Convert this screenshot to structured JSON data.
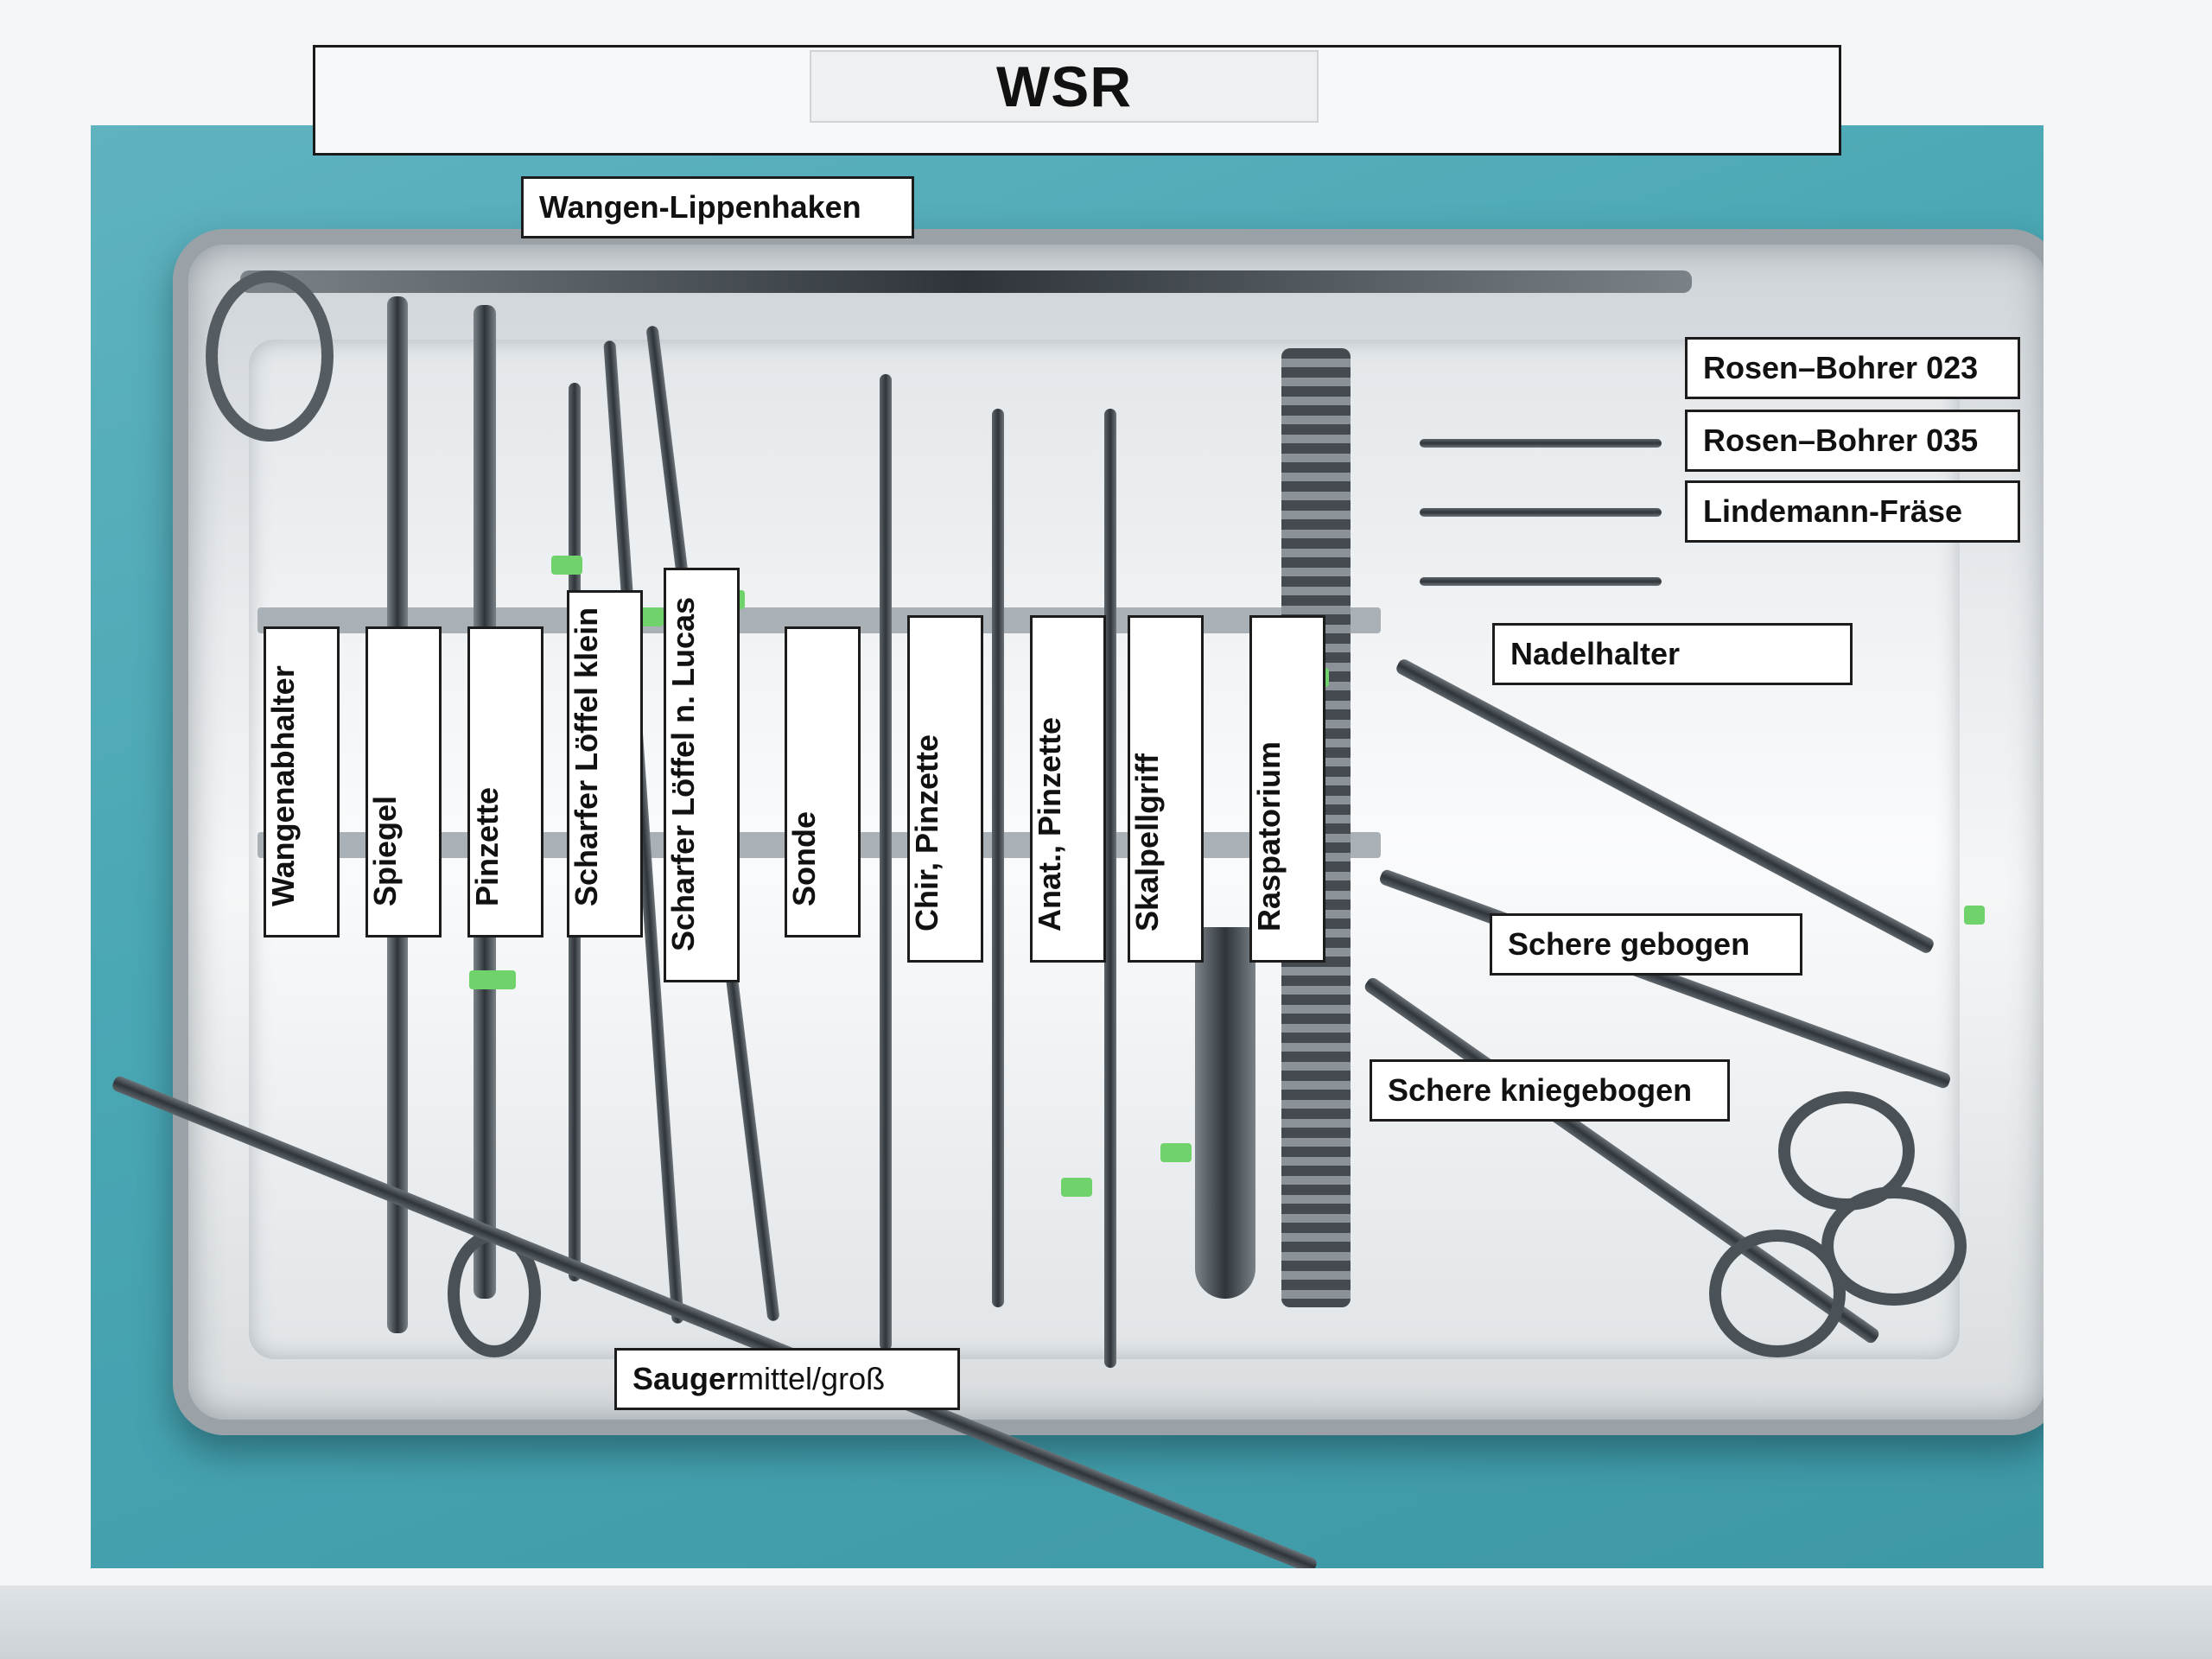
{
  "title": "WSR",
  "labels": {
    "wangen_lippenhaken": "Wangen-Lippenhaken",
    "rosen_bohrer_023": "Rosen–Bohrer 023",
    "rosen_bohrer_035": "Rosen–Bohrer 035",
    "lindemann_fraese": "Lindemann-Fräse",
    "nadelhalter": "Nadelhalter",
    "schere_gebogen": "Schere gebogen",
    "schere_kniegebogen": "Schere kniegebogen",
    "sauger_bold": "Sauger",
    "sauger_rest": " mittel/groß"
  },
  "vertical_labels": {
    "wangenabhalter": "Wangenabhalter",
    "spiegel": "Spiegel",
    "pinzette": "Pinzette",
    "scharfer_loeffel_klein": "Scharfer Löffel klein",
    "scharfer_loeffel_lucas": "Scharfer Löffel n. Lucas",
    "sonde": "Sonde",
    "chir_pinzette": "Chir, Pinzette",
    "anat_pinzette": "Anat., Pinzette",
    "skalpellgriff": "Skalpellgriff",
    "raspatorium": "Raspatorium"
  },
  "colors": {
    "drape": "#4aa7b4",
    "marker_band": "#6fd26a",
    "label_bg": "#ffffff",
    "label_border": "#1c1c1c"
  }
}
